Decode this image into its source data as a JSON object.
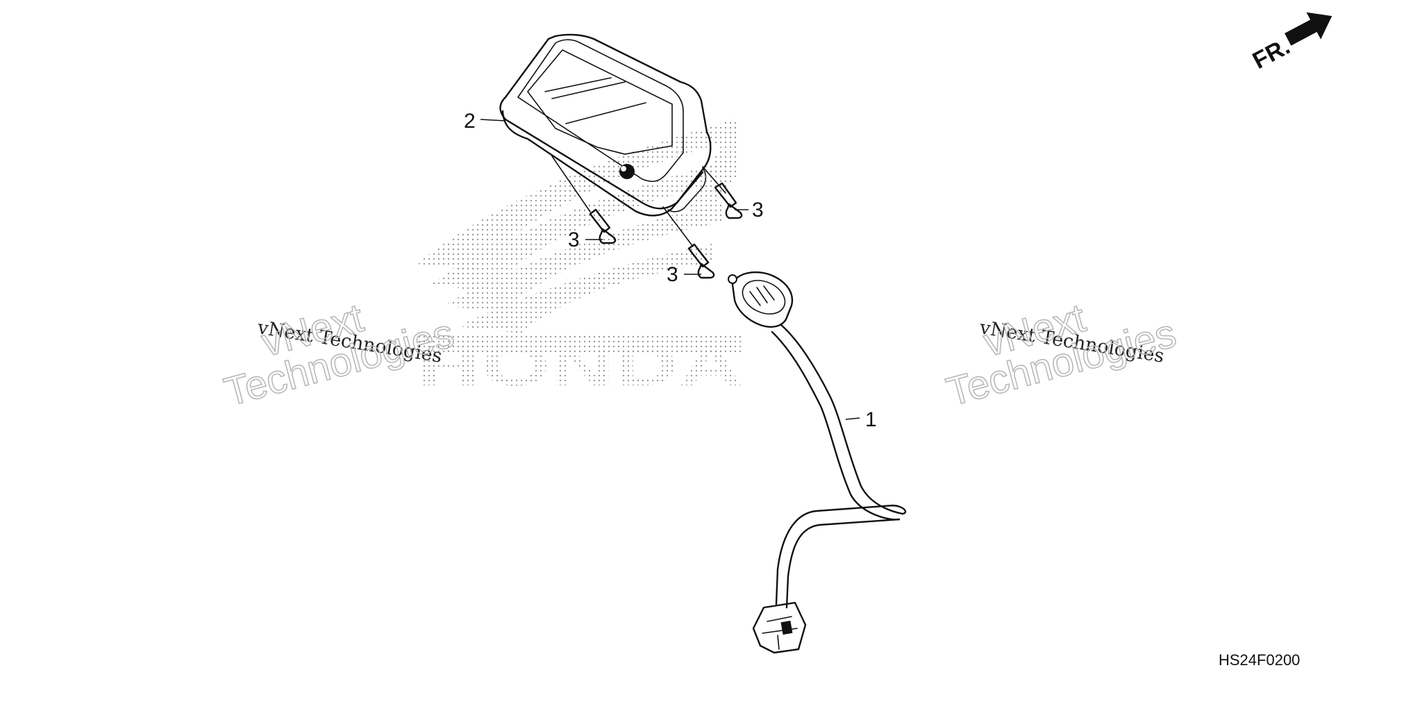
{
  "diagram": {
    "callouts": {
      "wire_harness": "1",
      "meter_assembly": "2",
      "screw_a": "3",
      "screw_b": "3",
      "screw_c": "3"
    },
    "front_indicator": "FR.",
    "figure_code": "HS24F0200",
    "watermarks": [
      {
        "line1": "vNext Technologies",
        "line2": "vNext",
        "line3": "Technologies"
      },
      {
        "line1": "vNext Technologies",
        "line2": "vNext",
        "line3": "Technologies"
      }
    ],
    "background_logo": "HONDA"
  }
}
